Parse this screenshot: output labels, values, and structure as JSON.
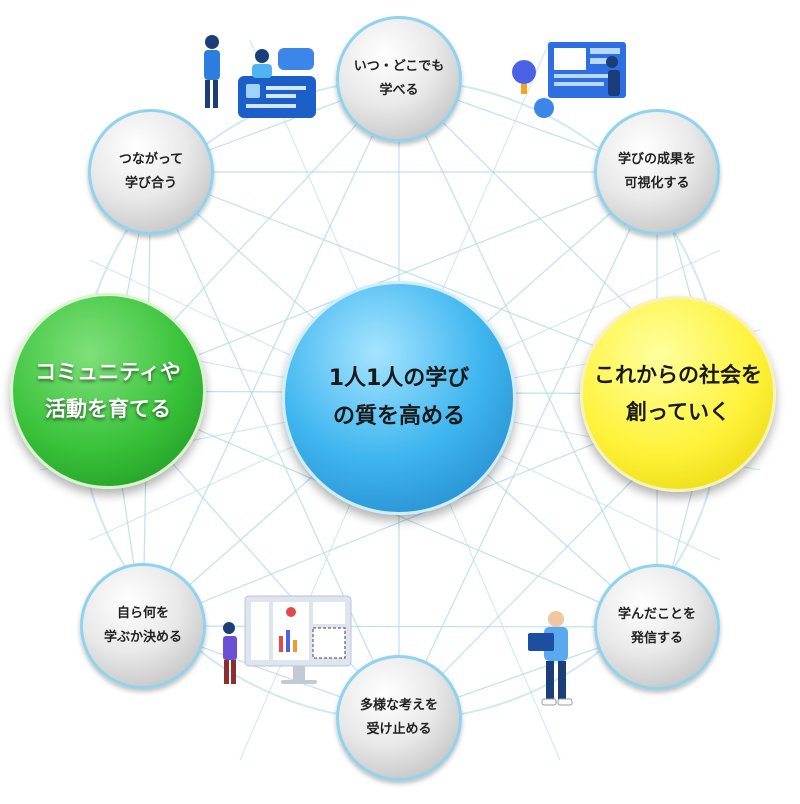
{
  "center": {
    "label": "1人1人の学び\nの質を高める",
    "color": "#35aee8"
  },
  "left": {
    "label": "コミュニティや\n活動を育てる",
    "color": "#2fb533"
  },
  "right": {
    "label": "これからの社会を\n創っていく",
    "color": "#f6ec1f"
  },
  "ring": [
    {
      "label": "いつ・どこでも\n学べる"
    },
    {
      "label": "学びの成果を\n可視化する"
    },
    {
      "label": "学んだことを\n発信する"
    },
    {
      "label": "多様な考えを\n受け止める"
    },
    {
      "label": "自ら何を\n学ぶか決める"
    },
    {
      "label": "つながって\n学び合う"
    }
  ],
  "illustrations": [
    {
      "icon": "people-chat-icon"
    },
    {
      "icon": "presentation-board-icon"
    },
    {
      "icon": "student-laptop-icon"
    },
    {
      "icon": "dashboard-monitor-icon"
    }
  ],
  "colors": {
    "ring_border": "#8fd3ee",
    "network_line": "#a9d8ee"
  }
}
